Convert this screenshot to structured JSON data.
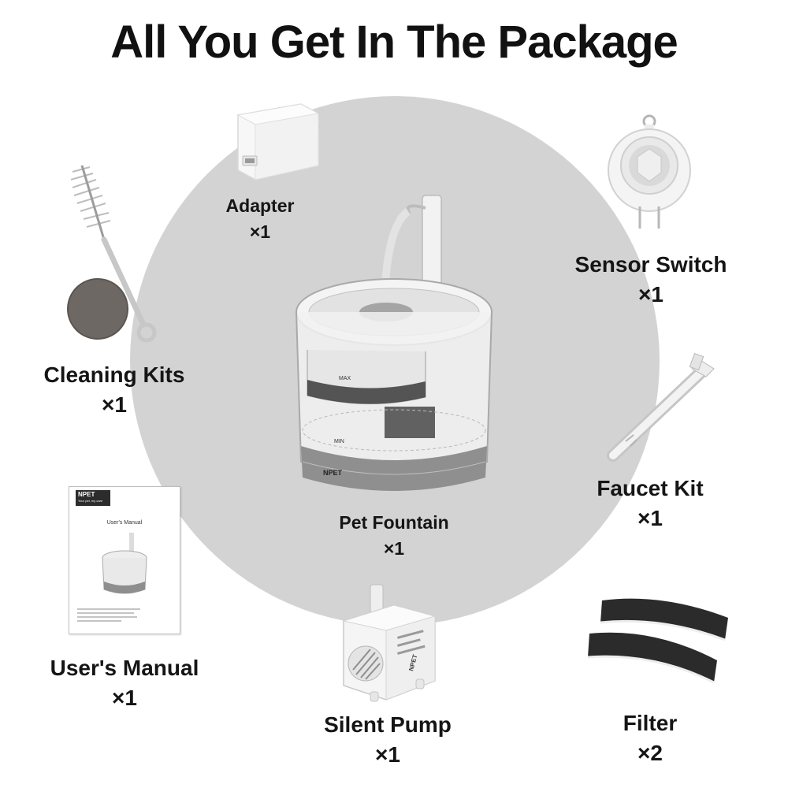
{
  "title": "All You Get In The Package",
  "items": {
    "adapter": {
      "name": "Adapter",
      "qty": "×1"
    },
    "sensor_switch": {
      "name": "Sensor Switch",
      "qty": "×1"
    },
    "cleaning_kits": {
      "name": "Cleaning Kits",
      "qty": "×1"
    },
    "pet_fountain": {
      "name": "Pet Fountain",
      "qty": "×1"
    },
    "faucet_kit": {
      "name": "Faucet Kit",
      "qty": "×1"
    },
    "users_manual": {
      "name": "User's Manual",
      "qty": "×1"
    },
    "silent_pump": {
      "name": "Silent Pump",
      "qty": "×1"
    },
    "filter": {
      "name": "Filter",
      "qty": "×2"
    }
  },
  "product_marks": {
    "fountain_brand": "NPET",
    "fountain_max": "MAX",
    "fountain_min": "MIN",
    "manual_brand": "NPET",
    "manual_tagline": "Your pet, my care",
    "manual_title": "User's Manual",
    "pump_brand": "NPET"
  },
  "colors": {
    "circle": "#d3d3d3",
    "text": "#111111",
    "filter_foam": "#2b2b2b",
    "sponge": "#6e6864"
  }
}
